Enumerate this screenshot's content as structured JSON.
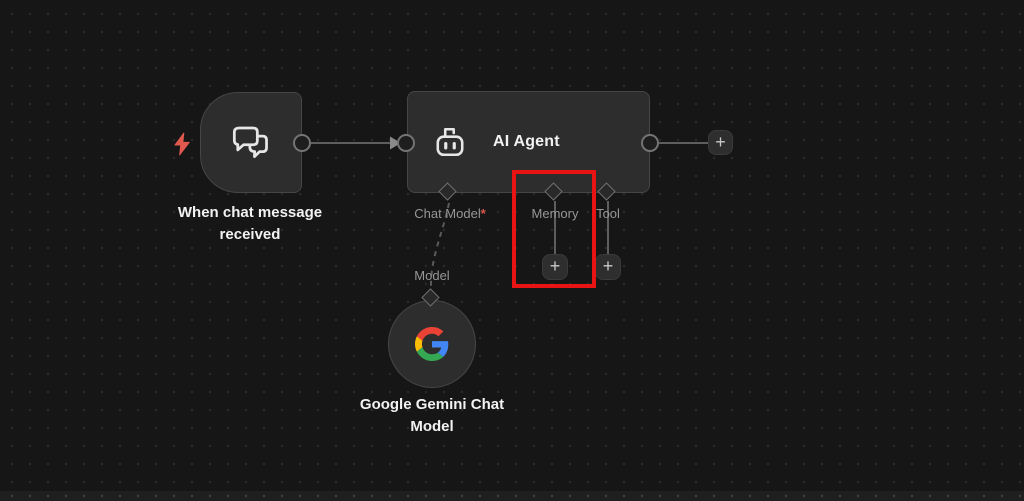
{
  "colors": {
    "canvas_bg": "#161616",
    "node_bg": "#2d2d2d",
    "node_border": "#464646",
    "connection_line": "#5e5e5e",
    "highlight_red": "#e81414",
    "trigger_bolt": "#e0584e",
    "required_asterisk": "#d8574d",
    "text_primary": "#f2f2f2",
    "text_secondary": "#969696",
    "google_blue": "#4285F4",
    "google_red": "#EA4335",
    "google_yellow": "#FBBC05",
    "google_green": "#34A853"
  },
  "nodes": {
    "trigger": {
      "label": "When chat message received",
      "icon": "chat-bubbles-icon"
    },
    "agent": {
      "title": "AI Agent",
      "icon": "robot-icon",
      "ports": [
        {
          "label": "Chat Model",
          "required": "*"
        },
        {
          "label": "Memory",
          "required": ""
        },
        {
          "label": "Tool",
          "required": ""
        }
      ]
    },
    "gemini": {
      "title": "Google Gemini Chat Model",
      "input_label": "Model",
      "icon": "google-logo"
    }
  },
  "buttons": {
    "add_next": "+",
    "add_memory": "+",
    "add_tool": "+"
  }
}
